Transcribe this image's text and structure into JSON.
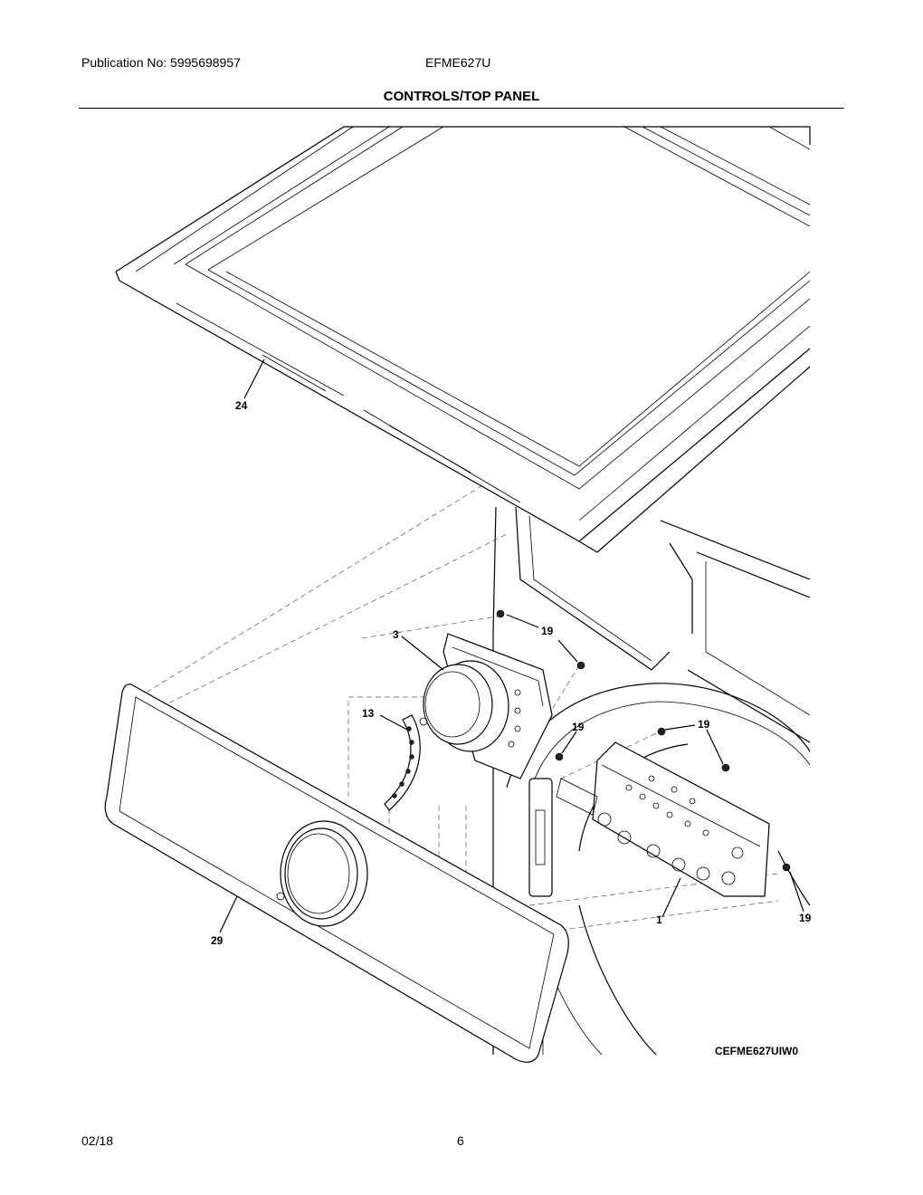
{
  "header": {
    "publication": "Publication No: 5995698957",
    "model": "EFME627U",
    "section_title": "CONTROLS/TOP PANEL"
  },
  "callouts": {
    "top_panel": "24",
    "knob_assembly": "3",
    "screw_a": "19",
    "screw_b": "19",
    "screw_c": "19",
    "screw_d": "19",
    "led_lens": "13",
    "control_board": "1",
    "console_panel": "29"
  },
  "drawing_code": "CEFME627UIW0",
  "footer": {
    "date": "02/18",
    "page": "6"
  }
}
